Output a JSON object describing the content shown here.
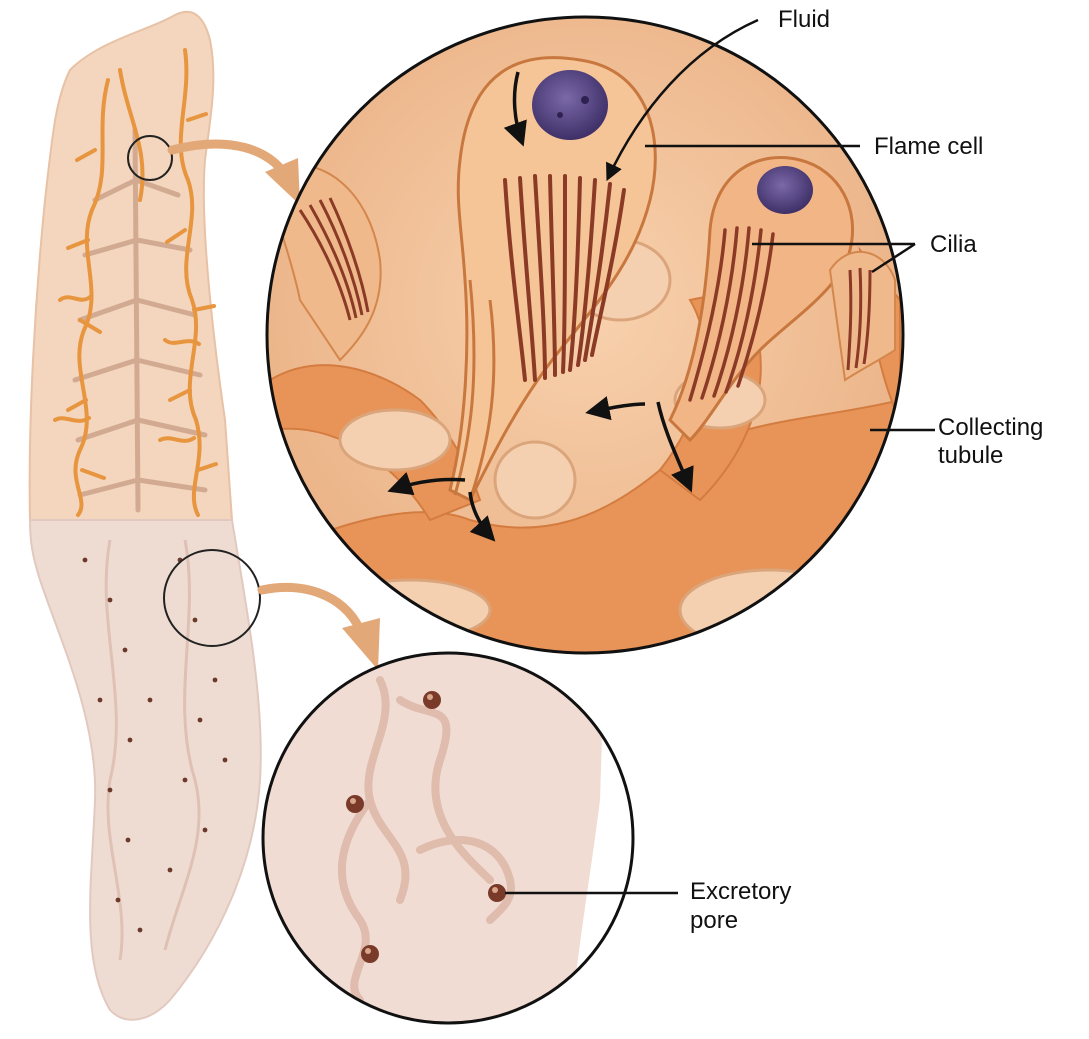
{
  "labels": {
    "fluid": "Fluid",
    "flame_cell": "Flame cell",
    "cilia": "Cilia",
    "collecting_tubule_line1": "Collecting",
    "collecting_tubule_line2": "tubule",
    "excretory_pore_line1": "Excretory",
    "excretory_pore_line2": "pore"
  },
  "colors": {
    "body_upper": "#f3d6bd",
    "body_lower": "#eedcd3",
    "tubule": "#e89a48",
    "gut": "#b08070",
    "tissue": "#f6c9a3",
    "tissue_dark": "#e2955d",
    "cilia": "#8a3a25",
    "nucleus": "#5b4a86",
    "pore_bg": "#f1dcd4",
    "arrow": "#e3a878",
    "line": "#111111"
  }
}
